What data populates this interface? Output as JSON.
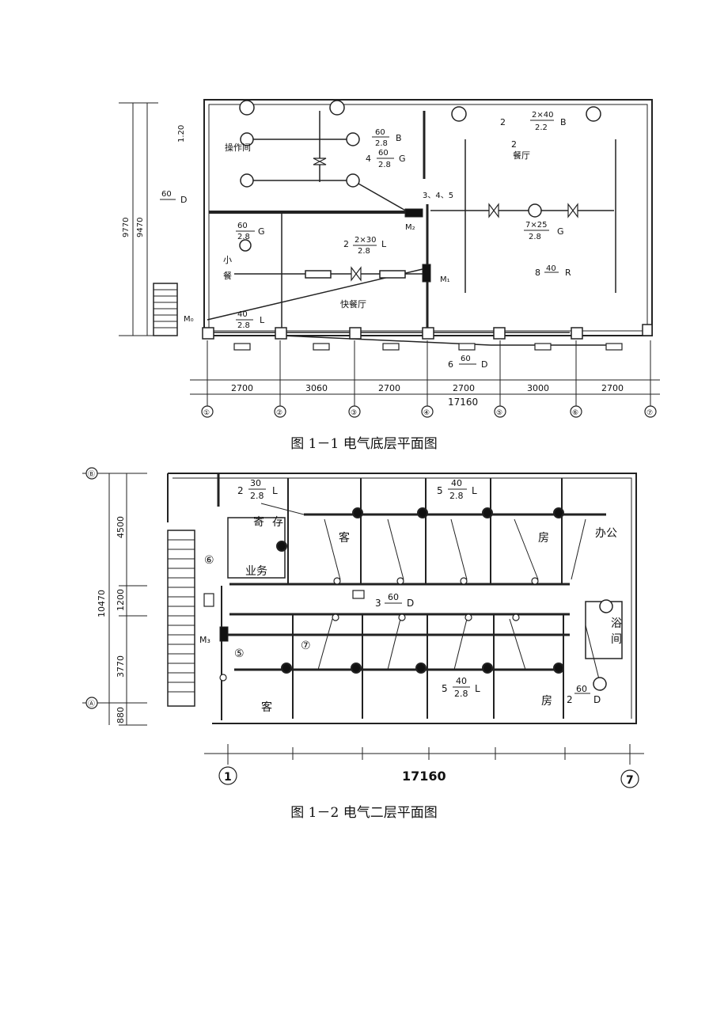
{
  "figure1": {
    "caption": "图 1－1 电气底层平面图",
    "rooms": {
      "control": "操作间",
      "dining": "餐厅",
      "small_dining_1": "小",
      "small_dining_2": "餐",
      "fast_food": "快餐厅"
    },
    "dims_v": [
      "9770",
      "9470",
      "1.20"
    ],
    "dims_h": [
      "2700",
      "3060",
      "2700",
      "2700",
      "3000",
      "2700"
    ],
    "total": "17160",
    "axes": [
      "①",
      "②",
      "③",
      "④",
      "⑤",
      "⑥",
      "⑦"
    ],
    "doors": [
      "M₀",
      "M₂",
      "M₁"
    ],
    "labels": {
      "l1": "2",
      "l1_top": "2×40",
      "l1_bot": "2.2",
      "l1_type": "B",
      "l2_top": "60",
      "l2_bot": "2.8",
      "l2_type": "B",
      "l3": "4",
      "l3_top": "60",
      "l3_bot": "2.8",
      "l3_type": "G",
      "l4_top": "60",
      "l4_type": "D",
      "l5_top": "60",
      "l5_bot": "2.8",
      "l5_type": "G",
      "l6": "2",
      "l6_top": "2×30",
      "l6_bot": "2.8",
      "l6_type": "L",
      "l7_top": "7×25",
      "l7_bot": "2.8",
      "l7_type": "G",
      "l8": "8",
      "l8_top": "40",
      "l8_type": "R",
      "l9_top": "40",
      "l9_bot": "2.8",
      "l9_type": "L",
      "l10": "6",
      "l10_top": "60",
      "l10_type": "D",
      "panel_num": "2",
      "circuit_a": "3、4、5"
    }
  },
  "figure2": {
    "caption": "图 1－2 电气二层平面图",
    "rooms": {
      "ji": "寄",
      "cun": "存",
      "ke1": "客",
      "fang1": "房",
      "office": "办公",
      "yewu": "业务",
      "bath_1": "浴",
      "bath_2": "间",
      "ke2": "客",
      "fang2": "房"
    },
    "dims_v": [
      "10470",
      "4500",
      "1200",
      "3770",
      "880"
    ],
    "total": "17160",
    "axes_v": [
      "Ⓑ",
      "Ⓐ"
    ],
    "axes_h": [
      "1",
      "7"
    ],
    "door": "M₃",
    "labels": {
      "a": "2",
      "a_top": "30",
      "a_bot": "2.8",
      "a_type": "L",
      "b": "5",
      "b_top": "40",
      "b_bot": "2.8",
      "b_type": "L",
      "c": "3",
      "c_top": "60",
      "c_type": "D",
      "d": "5",
      "d_top": "40",
      "d_bot": "2.8",
      "d_type": "L",
      "e": "2",
      "e_top": "60",
      "e_type": "D",
      "circ6": "⑥",
      "circ7": "⑦",
      "circ5": "⑤"
    }
  }
}
